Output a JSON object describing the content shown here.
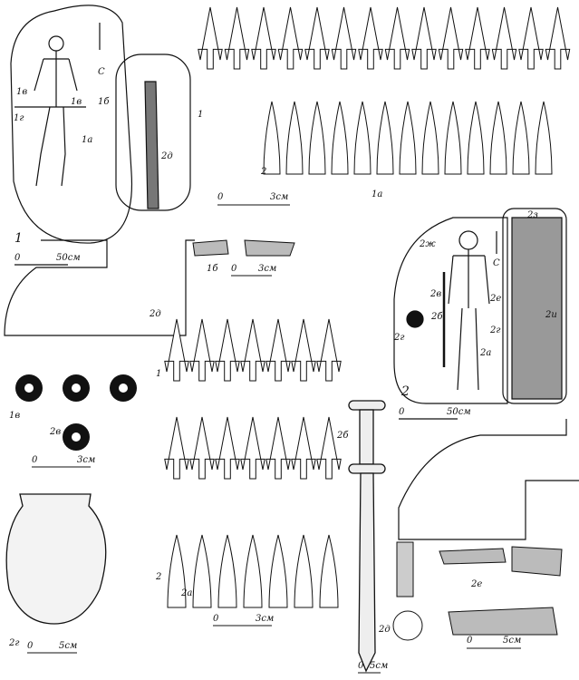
{
  "grave1": {
    "number": "1",
    "north": "С",
    "labels": [
      "1в",
      "1в",
      "1б",
      "1г",
      "1а",
      "2д"
    ],
    "scale": {
      "zero": "0",
      "end": "50см"
    }
  },
  "arrowheads1": {
    "row_labels": [
      "1",
      "2",
      "1а"
    ],
    "scale": {
      "zero": "0",
      "end": "3см"
    },
    "count_row1": 14,
    "count_row2": 13
  },
  "knife1b": {
    "label": "1б",
    "scale": {
      "zero": "0",
      "end": "3см"
    }
  },
  "beads": {
    "labels": [
      "1в",
      "2в"
    ],
    "scale": {
      "zero": "0",
      "end": "3см"
    },
    "count": 4
  },
  "pot": {
    "label": "2г",
    "scale": {
      "zero": "0",
      "end": "5см"
    }
  },
  "arrowheads2": {
    "row_labels": [
      "1",
      "2",
      "2а"
    ],
    "scale": {
      "zero": "0",
      "end": "3см"
    }
  },
  "sword": {
    "label": "2б",
    "scale": {
      "zero": "0",
      "end": "5см"
    }
  },
  "whetstone": {
    "label": "2д"
  },
  "knives2": {
    "label": "2е",
    "scale": {
      "zero": "0",
      "end": "5см"
    }
  },
  "grave2": {
    "number": "2",
    "north": "С",
    "labels": [
      "2ж",
      "2в",
      "2б",
      "2г",
      "2е",
      "2г",
      "2а",
      "2з",
      "2и"
    ],
    "scale": {
      "zero": "0",
      "end": "50см"
    }
  },
  "pit_label": "2д"
}
